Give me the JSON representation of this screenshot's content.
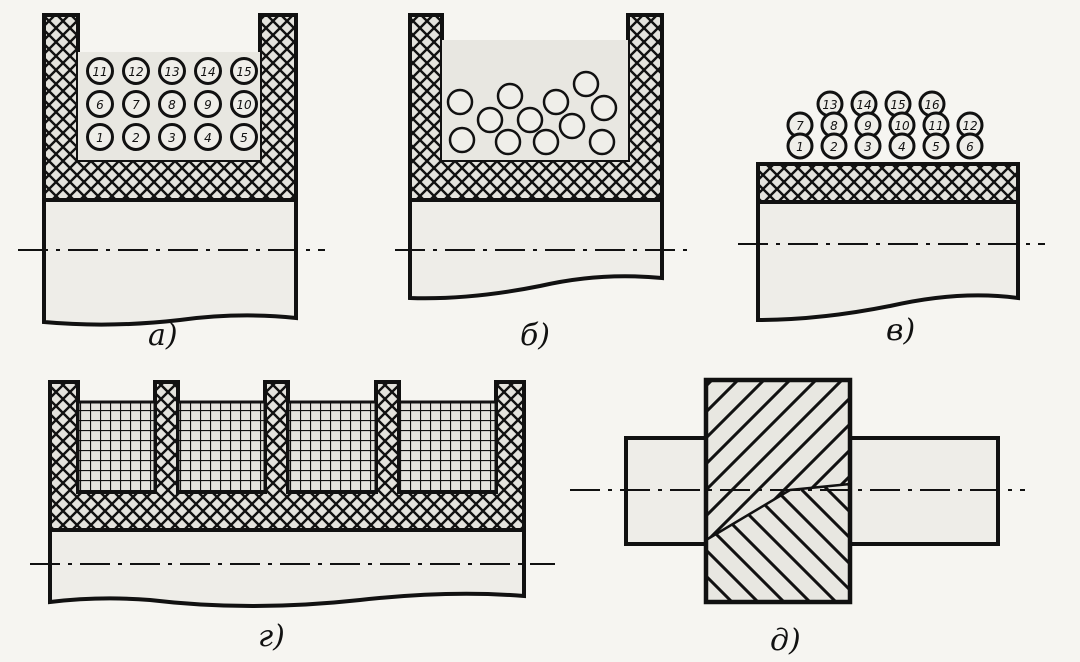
{
  "figures": [
    {
      "id": "a",
      "label": "а)",
      "coil_numbers": [
        [
          "11",
          "12",
          "13",
          "14",
          "15"
        ],
        [
          "6",
          "7",
          "8",
          "9",
          "10"
        ],
        [
          "1",
          "2",
          "3",
          "4",
          "5"
        ]
      ]
    },
    {
      "id": "b",
      "label": "б)"
    },
    {
      "id": "v",
      "label": "в)",
      "coil_numbers": [
        [
          "13",
          "14",
          "15",
          "16"
        ],
        [
          "7",
          "8",
          "9",
          "10",
          "11",
          "12"
        ],
        [
          "1",
          "2",
          "3",
          "4",
          "5",
          "6"
        ]
      ]
    },
    {
      "id": "g",
      "label": "г)"
    },
    {
      "id": "d",
      "label": "д)"
    }
  ],
  "colors": {
    "line": "#111111",
    "fill": "#e8e7e1",
    "paper": "#f6f5f1"
  }
}
